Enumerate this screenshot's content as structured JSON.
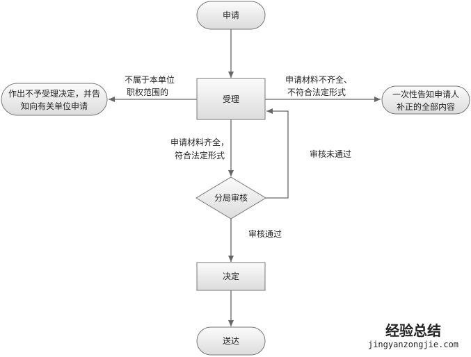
{
  "nodes": {
    "start": "申请",
    "accept": "受理",
    "reject_line1": "作出不予受理决定，并告",
    "reject_line2": "知向有关单位申请",
    "notify_line1": "一次性告知申请人",
    "notify_line2": "补正的全部内容",
    "review": "分局审核",
    "decide": "决定",
    "deliver": "送达"
  },
  "edges": {
    "out_of_scope_1": "不属于本单位",
    "out_of_scope_2": "职权范围的",
    "incomplete_1": "申请材料不齐全、",
    "incomplete_2": "不符合法定形式",
    "complete_1": "申请材料齐全，",
    "complete_2": "符合法定形式",
    "review_failed": "审核未通过",
    "review_passed": "审核通过"
  },
  "watermark": {
    "cn": "经验总结",
    "url": "jingyanzongjie.com"
  }
}
